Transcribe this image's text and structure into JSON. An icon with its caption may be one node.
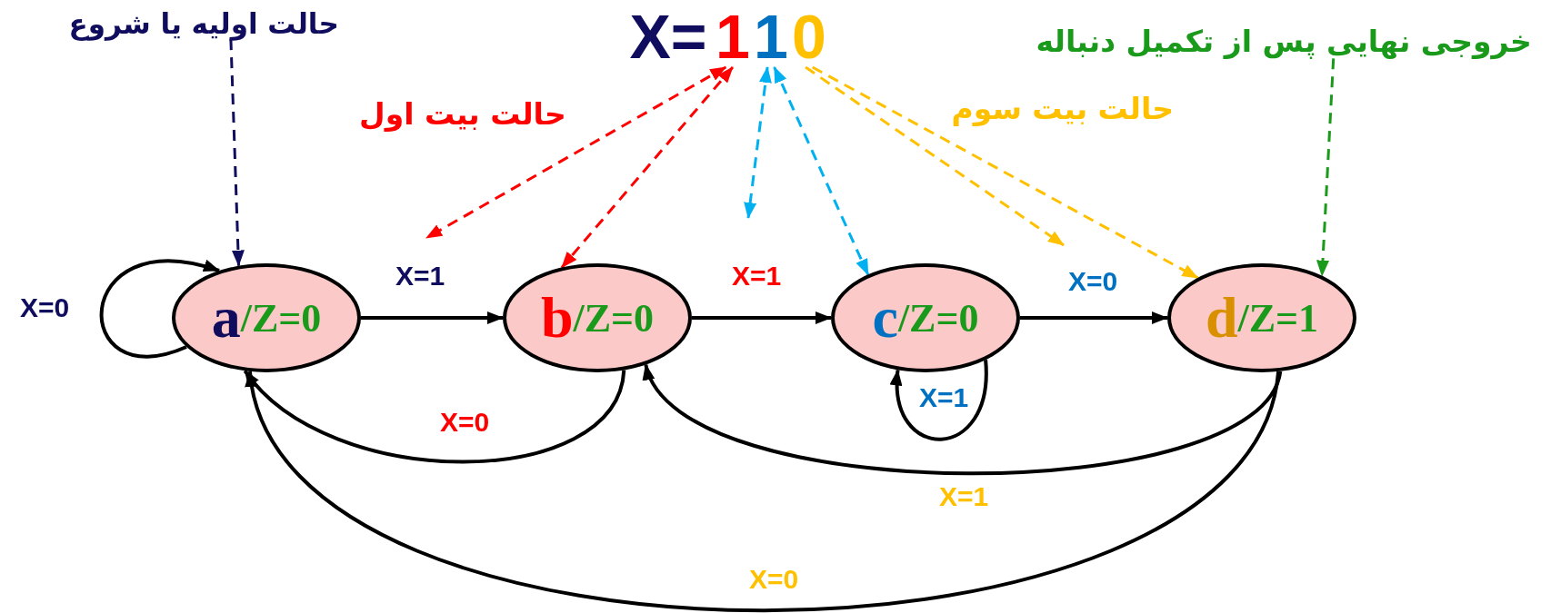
{
  "diagram": {
    "nodes": [
      {
        "text": [
          "حالت اولیه یا شروع"
        ]
      },
      {
        "text": [
          "1"
        ]
      },
      {
        "text": [
          "1"
        ]
      },
      {
        "text": [
          "0"
        ]
      },
      {
        "text": [
          "خروجی نهایی پس از تکمیل دنباله"
        ]
      },
      {
        "text": [
          "a",
          "/Z=0"
        ]
      },
      {
        "text": [
          "b",
          "/Z=0"
        ]
      },
      {
        "text": [
          "c",
          "/Z=0"
        ]
      },
      {
        "text": [
          "d",
          "/Z=1"
        ]
      }
    ],
    "edges": [
      {
        "from": 5,
        "to": 5,
        "arrow": "to",
        "label": "X=0"
      },
      {
        "from": 5,
        "to": 6,
        "arrow": "to",
        "label": "X=1"
      },
      {
        "from": 6,
        "to": 7,
        "arrow": "to",
        "label": "X=1"
      },
      {
        "from": 7,
        "to": 8,
        "arrow": "to",
        "label": "X=0"
      },
      {
        "from": 6,
        "to": 5,
        "arrow": "to",
        "label": "X=0"
      },
      {
        "from": 7,
        "to": 7,
        "arrow": "to",
        "label": "X=1"
      },
      {
        "from": 8,
        "to": 6,
        "arrow": "to",
        "label": "X=1"
      },
      {
        "from": 8,
        "to": 5,
        "arrow": "to",
        "label": "X=0"
      },
      {
        "from": 0,
        "to": 5,
        "arrow": "to",
        "style": "dashed",
        "color": "#100c5e"
      },
      {
        "from": 1,
        "to": null,
        "arrow": "both",
        "style": "dashed",
        "color": "#ff0000"
      },
      {
        "from": 1,
        "to": 6,
        "arrow": "both",
        "style": "dashed",
        "color": "#ff0000"
      },
      {
        "from": 2,
        "to": null,
        "arrow": "both",
        "style": "dashed",
        "color": "#00b0f0"
      },
      {
        "from": 2,
        "to": 7,
        "arrow": "both",
        "style": "dashed",
        "color": "#00b0f0"
      },
      {
        "from": 3,
        "to": null,
        "arrow": "to",
        "style": "dashed",
        "color": "#ffc000"
      },
      {
        "from": 3,
        "to": 8,
        "arrow": "to",
        "style": "dashed",
        "color": "#ffc000"
      },
      {
        "from": 4,
        "to": 8,
        "arrow": "to",
        "style": "dashed",
        "color": "#1a9a1a"
      }
    ],
    "labels": [
      "X=",
      "حالت بیت اول",
      "حالت بیت سوم"
    ]
  }
}
